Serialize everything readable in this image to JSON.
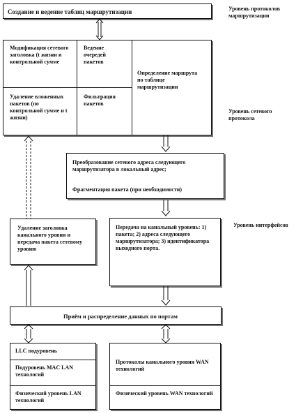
{
  "boxes": {
    "routing_table": "Создание и ведение таблиц маршрутизации",
    "modify_header": "Модификация сетевого заголовка (t жизни и контрольной сумме",
    "queue_management": "Ведение очередей пакетов",
    "route_determination": "Определение маршрута по таблице маршрутизации",
    "delete_packets": "Удаление вложенных пакетов (по контрольной сумме и t жизни)",
    "packet_filtering": "Фильтрация пакетов",
    "address_conversion": "Преобразование сетевого адреса следующего маршрутизатора в локальный адрес;",
    "fragmentation": "Фрагментация пакета (при необходимости)",
    "remove_header": "Удаление заголовка канального уровня и передача пакета сетевому уровню",
    "transfer_channel": "Передача на канальный уровень: 1) пакета; 2) адреса следующего маршрутизатора; 3) идентификатора выходного порта.",
    "port_distribution": "Приём и распределение данных по портам",
    "llc": "LLC подуровень",
    "mac_lan": "Подуровень MAC LAN технологий",
    "phys_lan": "Физический уровень LAN технологий",
    "wan_protocols": "Протоколы канального уровня WAN технологий",
    "phys_wan": "Физический уровень WAN технологий"
  },
  "levels": {
    "routing_protocols": "Уровень протоколов маршрутизации",
    "network_protocol": "Уровень сетевого протокола",
    "interfaces": "Уровень интерфейсов"
  }
}
